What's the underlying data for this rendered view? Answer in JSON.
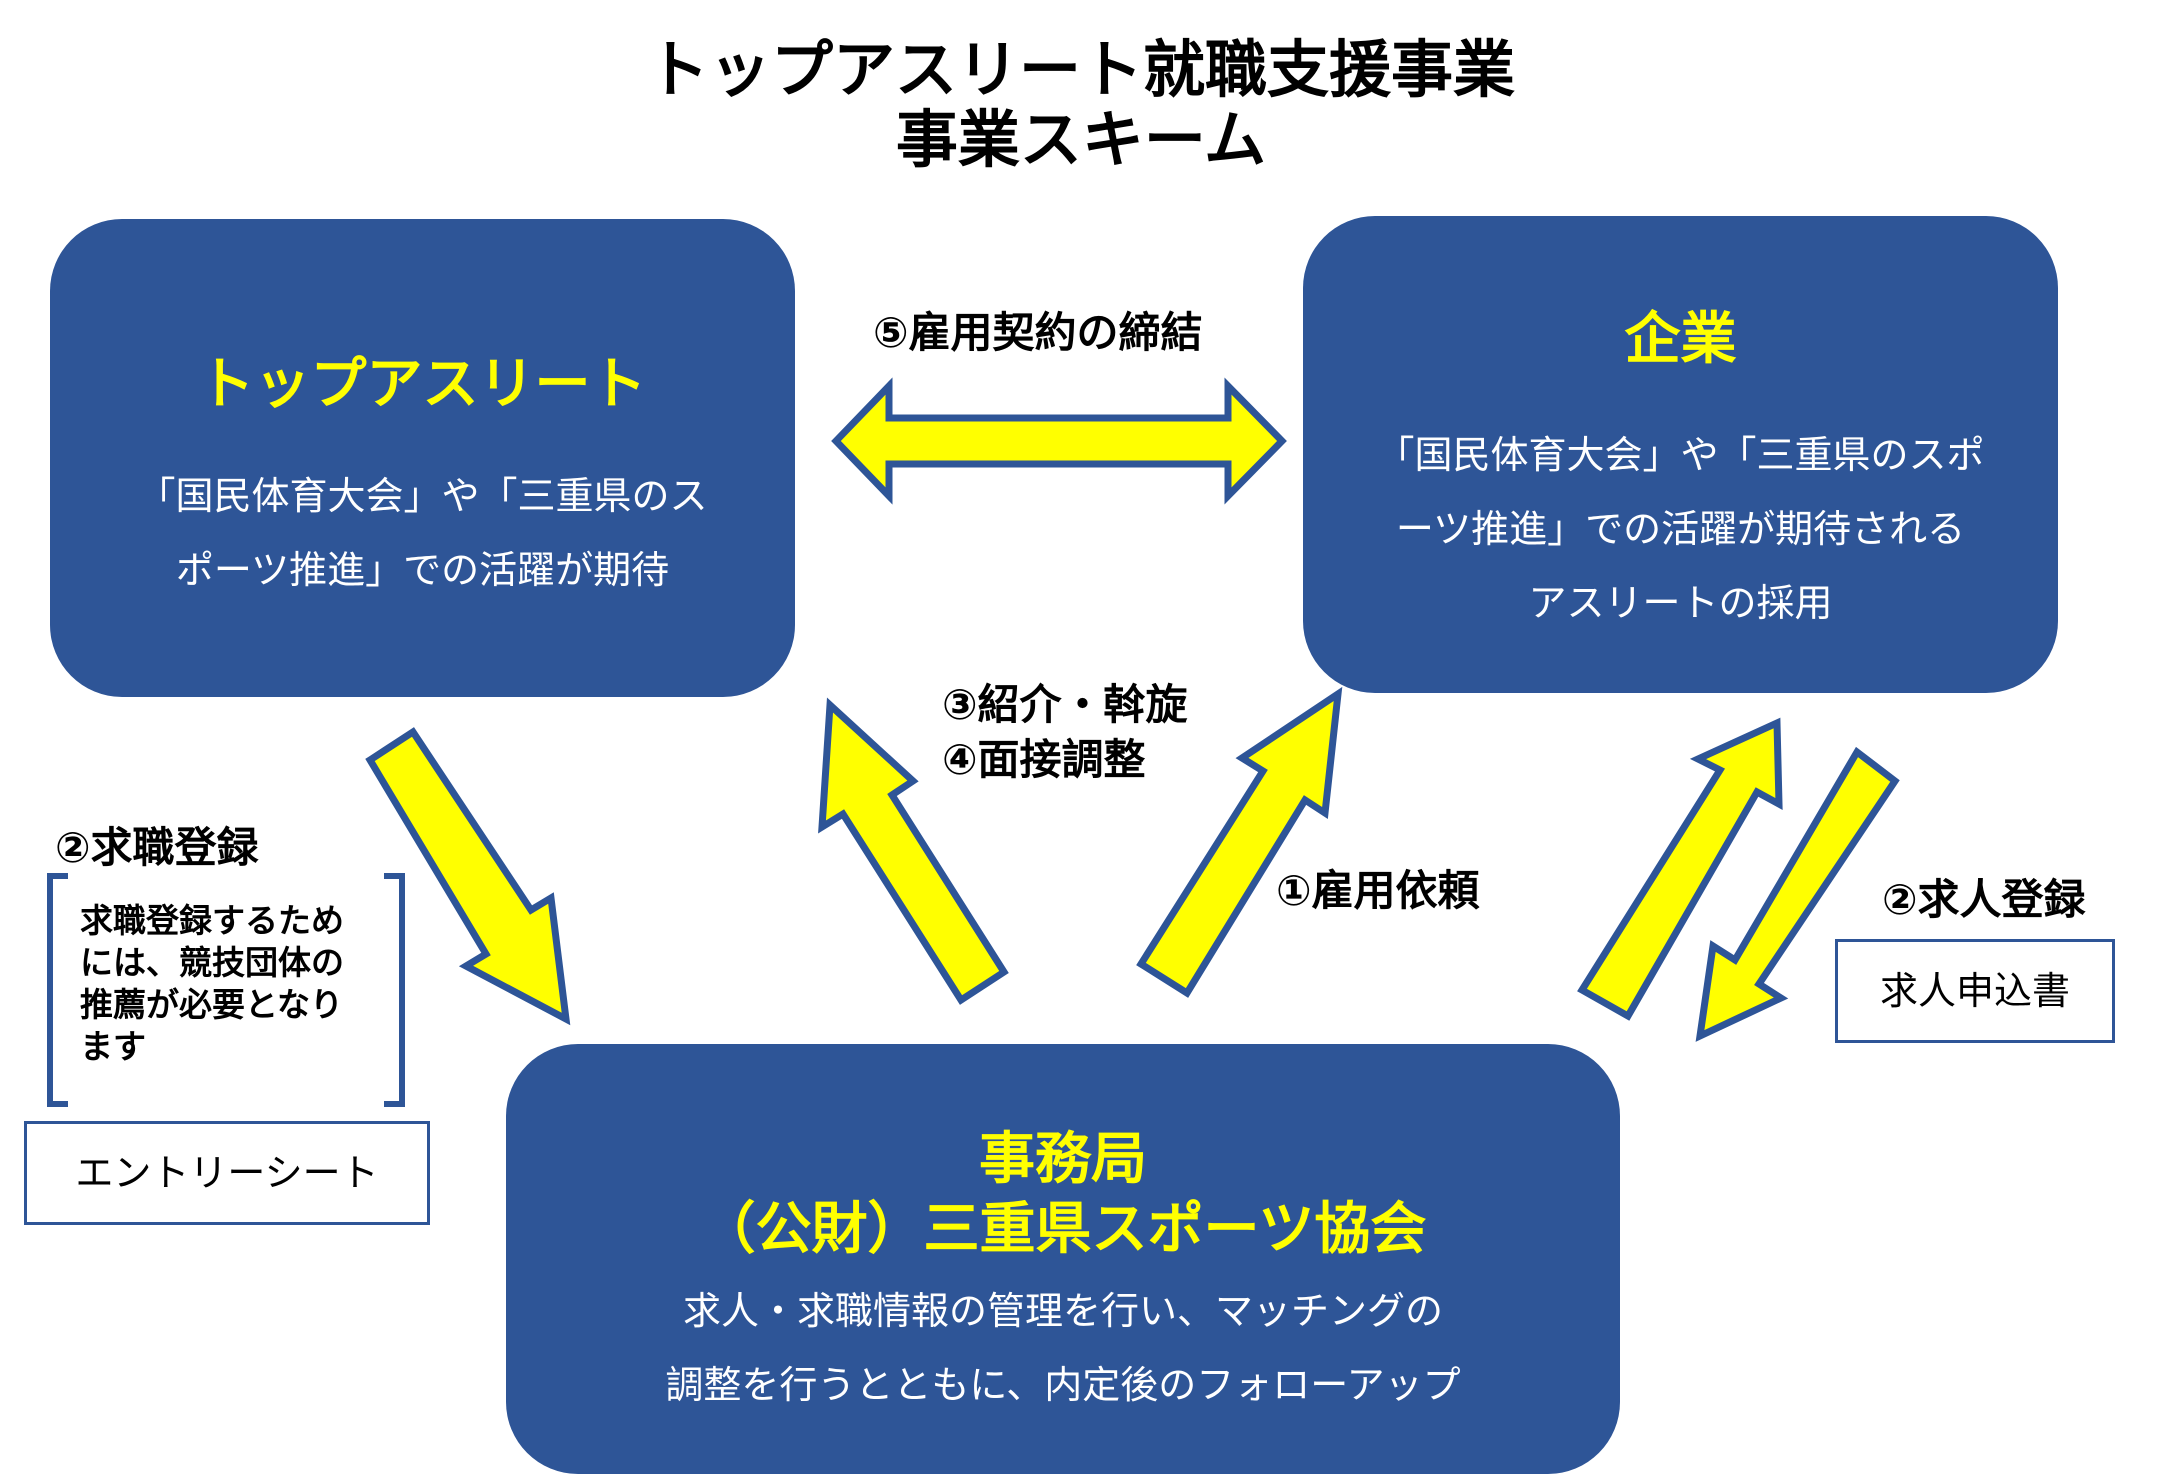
{
  "title": {
    "line1": "トップアスリート就職支援事業",
    "line2": "事業スキーム"
  },
  "athlete_box": {
    "heading": "トップアスリート",
    "line1": "「国民体育大会」や「三重県のス",
    "line2": "ポーツ推進」での活躍が期待"
  },
  "company_box": {
    "heading": "企業",
    "line1": "「国民体育大会」や「三重県のスポ",
    "line2": "ーツ推進」での活躍が期待される",
    "line3": "アスリートの採用"
  },
  "secretariat_box": {
    "heading1": "事務局",
    "heading2": "（公財）三重県スポーツ協会",
    "line1": "求人・求職情報の管理を行い、マッチングの",
    "line2": "調整を行うとともに、内定後のフォローアップ"
  },
  "labels": {
    "contract": "⑤雇用契約の締結",
    "introduce": "③紹介・斡旋",
    "interview": "④面接調整",
    "job_seek": "②求職登録",
    "hire_request": "①雇用依頼",
    "job_offer": "②求人登録"
  },
  "notes": {
    "job_seek_note": [
      "求職登録するため",
      "には、競技団体の",
      "推薦が必要となり",
      "ます"
    ]
  },
  "documents": {
    "entry_sheet": "エントリーシート",
    "application_form": "求人申込書"
  },
  "colors": {
    "box_fill": "#2e5597",
    "heading_text": "#ffff00",
    "arrow_fill": "#ffff00",
    "arrow_stroke": "#2e5597"
  }
}
